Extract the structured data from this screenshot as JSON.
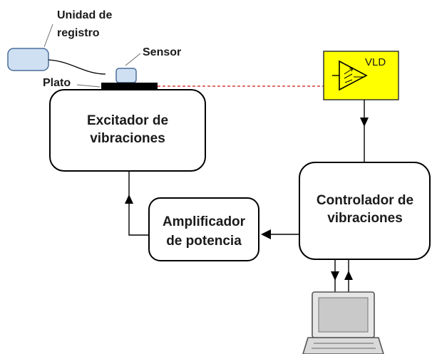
{
  "labels": {
    "unidad_line1": "Unidad de",
    "unidad_line2": "registro",
    "sensor": "Sensor",
    "plato": "Plato",
    "excitador_line1": "Excitador de",
    "excitador_line2": "vibraciones",
    "amplificador_line1": "Amplificador",
    "amplificador_line2": "de potencia",
    "controlador_line1": "Controlador de",
    "controlador_line2": "vibraciones",
    "vld": "VLD"
  },
  "colors": {
    "block_fill": "#ffffff",
    "block_stroke": "#000000",
    "device_fill": "#cfe0f2",
    "device_stroke": "#4a6e99",
    "vld_fill": "#ffff00",
    "vld_stroke": "#333333",
    "laser_line": "#d43f3a",
    "plate": "#000000"
  },
  "icons": {
    "vld": "laser-diode-icon",
    "computer": "laptop-icon"
  }
}
